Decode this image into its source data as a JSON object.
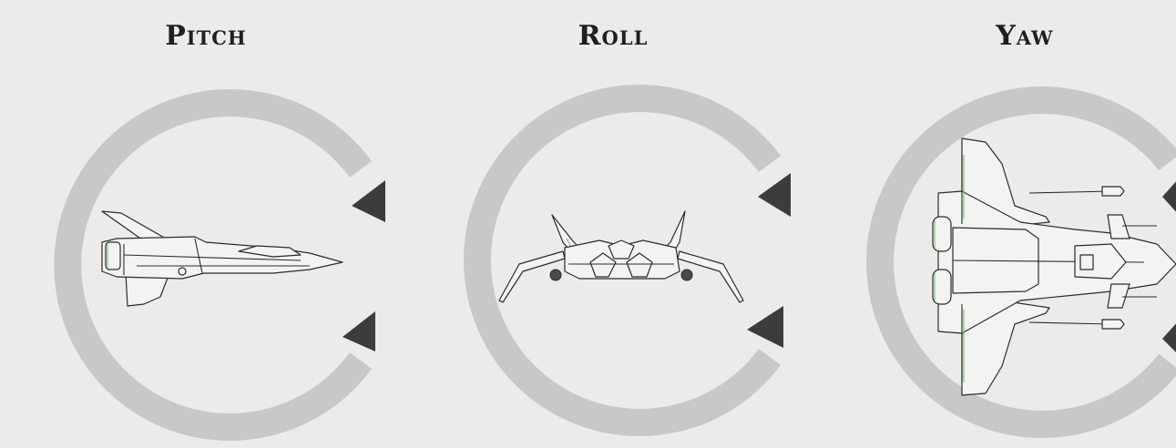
{
  "panels": [
    {
      "title": "Pitch"
    },
    {
      "title": "Roll"
    },
    {
      "title": "Yaw"
    }
  ]
}
